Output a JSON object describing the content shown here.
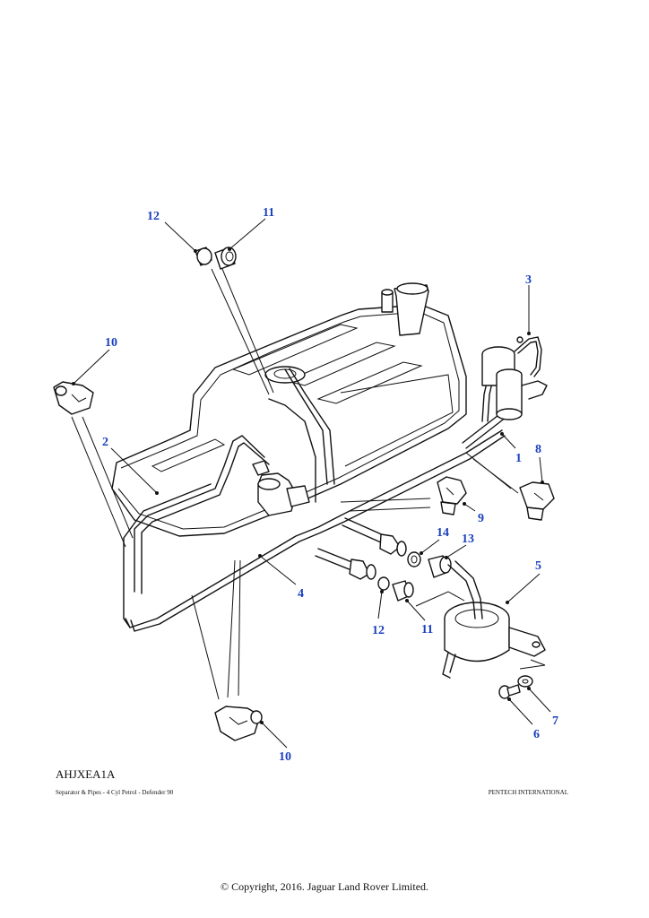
{
  "diagram": {
    "code": "AHJXEA1A",
    "subtitle": "Separator & Pipes - 4 Cyl Petrol - Defender 90",
    "publisher": "PENTECH INTERNATIONAL",
    "copyright": "© Copyright, 2016. Jaguar Land Rover Limited.",
    "callouts": {
      "c1": "1",
      "c2": "2",
      "c3": "3",
      "c4": "4",
      "c5": "5",
      "c6": "6",
      "c7": "7",
      "c8": "8",
      "c9": "9",
      "c10a": "10",
      "c10b": "10",
      "c11a": "11",
      "c11b": "11",
      "c12a": "12",
      "c12b": "12",
      "c13": "13",
      "c14": "14"
    }
  },
  "colors": {
    "callout": "#1a3fbf",
    "line": "#111111",
    "background": "#ffffff"
  }
}
